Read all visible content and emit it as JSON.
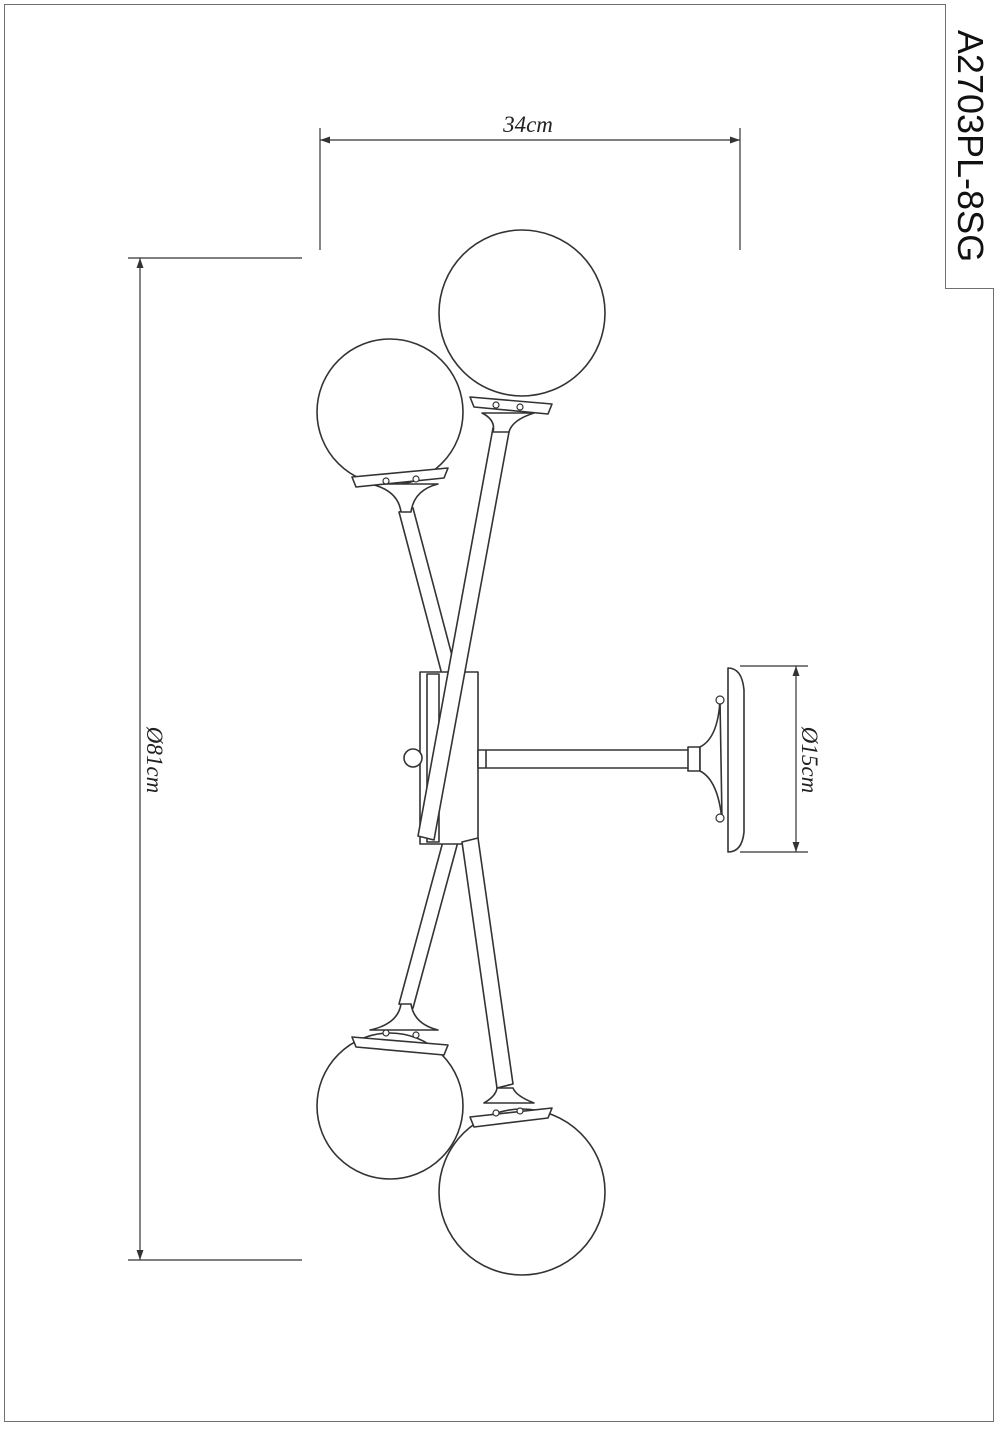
{
  "model": "A2703PL-8SG",
  "dimensions": {
    "width": "34cm",
    "diameter": "Ø81cm",
    "canopy": "Ø15cm"
  },
  "colors": {
    "line": "#333333",
    "frame": "#6f6f6f",
    "background": "#ffffff"
  }
}
